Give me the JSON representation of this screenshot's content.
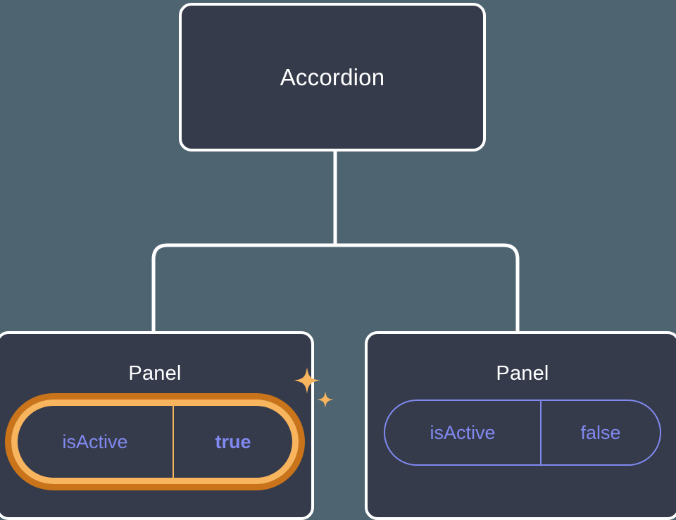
{
  "theme": {
    "canvas_background": "#4e6571",
    "node_fill": "#353b4b",
    "node_border": "#ffffff",
    "connector": "#ffffff",
    "prop_accent": "#8189f0",
    "highlight_inner": "#f8b55e",
    "highlight_outer": "#c9741a",
    "sparkle": "#f8b55e"
  },
  "diagram": {
    "type": "component-tree",
    "root": {
      "title": "Accordion"
    },
    "children": [
      {
        "title": "Panel",
        "highlighted": true,
        "prop": {
          "name": "isActive",
          "value": "true",
          "emphasis": "bold",
          "sparkle_count": 2
        }
      },
      {
        "title": "Panel",
        "highlighted": false,
        "prop": {
          "name": "isActive",
          "value": "false",
          "emphasis": "normal",
          "sparkle_count": 0
        }
      }
    ]
  }
}
